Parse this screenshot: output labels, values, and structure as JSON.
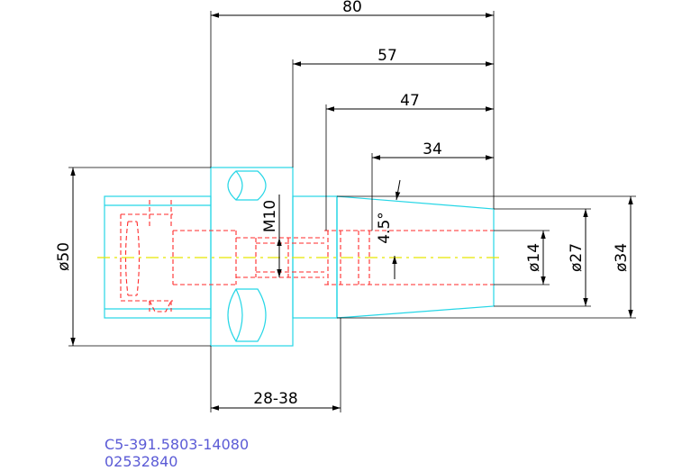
{
  "dimensions": {
    "length_80": "80",
    "length_57": "57",
    "length_47": "47",
    "length_34": "34",
    "clamp_range": "28-38",
    "thread": "M10",
    "angle": "4.5°",
    "dia_50": "ø50",
    "dia_14": "ø14",
    "dia_27": "ø27",
    "dia_34": "ø34"
  },
  "part": {
    "code": "C5-391.5803-14080",
    "number": "02532840"
  },
  "colors": {
    "outline": "#25d6e6",
    "hidden": "#ff2a2a",
    "centerline": "#e6e600",
    "dimension": "#000000",
    "label": "#5b5bd6"
  }
}
